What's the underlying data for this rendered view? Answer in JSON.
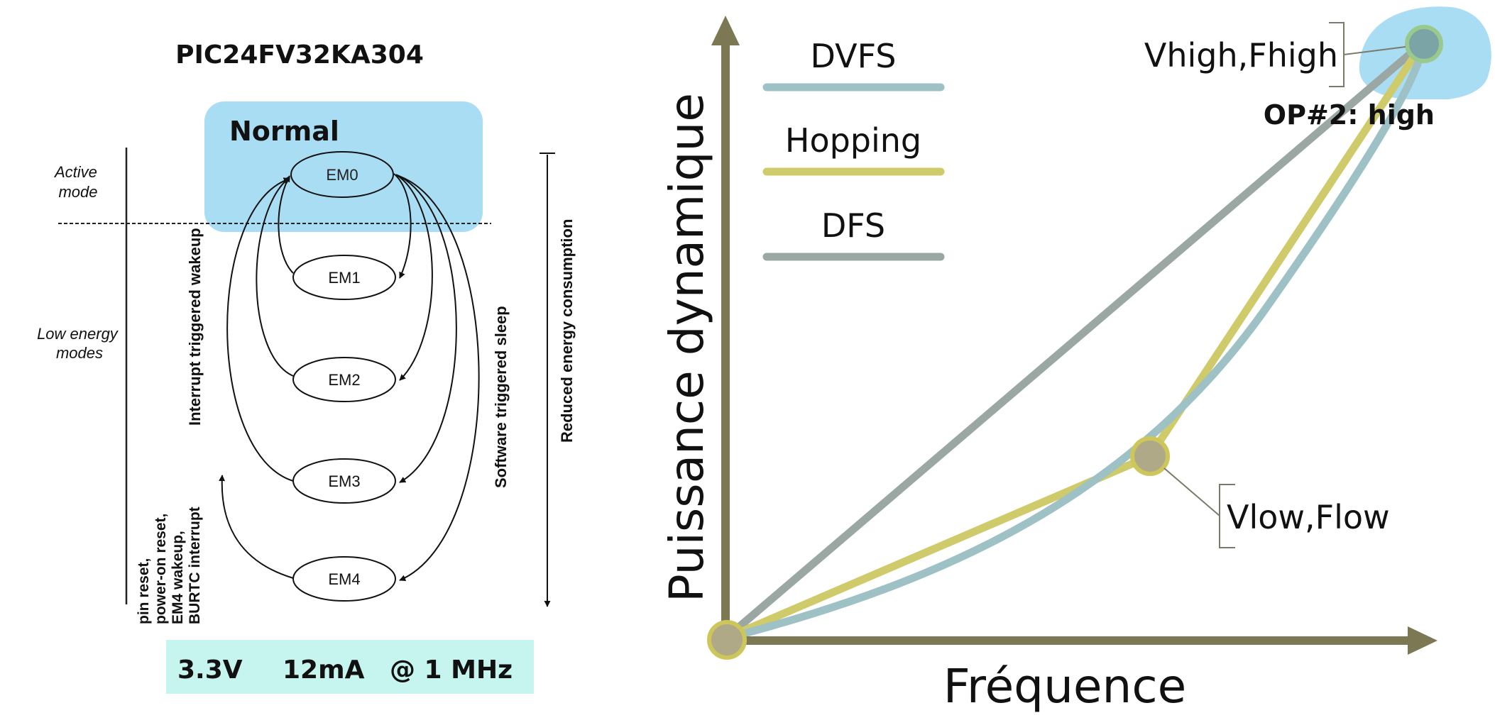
{
  "left": {
    "chip_title": "PIC24FV32KA304",
    "normal_label": "Normal",
    "active_mode": [
      "Active",
      "mode"
    ],
    "low_energy_modes": [
      "Low energy",
      "modes"
    ],
    "states": [
      "EM0",
      "EM1",
      "EM2",
      "EM3",
      "EM4"
    ],
    "interrupt_wakeup": "Interrupt triggered wakeup",
    "software_sleep": "Software triggered sleep",
    "reduced_consumption": "Reduced energy consumption",
    "reset_sources": [
      "pin reset,",
      "power-on reset,",
      "EM4 wakeup,",
      "BURTC interrupt"
    ],
    "spec_voltage": "3.3V",
    "spec_current": "12mA",
    "spec_freq": "@ 1 MHz"
  },
  "right": {
    "y_axis_label": "Puissance dynamique",
    "x_axis_label": "Fréquence",
    "legend": [
      {
        "name": "DVFS",
        "color": "#9dc1c4"
      },
      {
        "name": "Hopping",
        "color": "#cfca6a"
      },
      {
        "name": "DFS",
        "color": "#9aa7a3"
      }
    ],
    "point_high_label": "Vhigh,Fhigh",
    "op_label": "OP#2: high",
    "point_low_label": "Vlow,Flow"
  },
  "colors": {
    "axis": "#7b7853",
    "highlight_blue": "#a9ddf3",
    "spec_box": "#c6f4ef",
    "point_fill": "#b0a987",
    "point_ring": "#cdc65a",
    "high_point_fill": "#7aa4a6",
    "high_point_ring": "#9ac98e"
  }
}
